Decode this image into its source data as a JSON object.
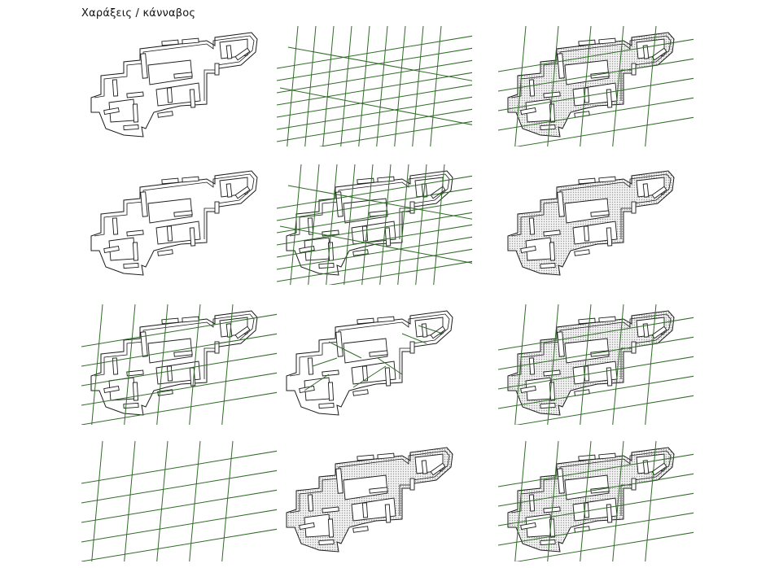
{
  "page": {
    "title": "Χαράξεις / κάνναβος"
  },
  "colors": {
    "outline": "#1a1a1a",
    "grid": "#2f6b26",
    "hatch": "#9a9a9a",
    "background": "#ffffff"
  },
  "panels": [
    {
      "id": "r1c1",
      "row": 1,
      "col": 1,
      "content": "plan-outline"
    },
    {
      "id": "r1c2",
      "row": 1,
      "col": 2,
      "content": "grid"
    },
    {
      "id": "r1c3",
      "row": 1,
      "col": 3,
      "content": "plan-hatched-with-grid"
    },
    {
      "id": "r2c1",
      "row": 2,
      "col": 1,
      "content": "plan-outline"
    },
    {
      "id": "r2c2",
      "row": 2,
      "col": 2,
      "content": "plan-with-grid"
    },
    {
      "id": "r2c3",
      "row": 2,
      "col": 3,
      "content": "plan-hatched"
    },
    {
      "id": "r3c1",
      "row": 3,
      "col": 1,
      "content": "plan-with-grid"
    },
    {
      "id": "r3c2",
      "row": 3,
      "col": 2,
      "content": "plan-with-trace-lines"
    },
    {
      "id": "r3c3",
      "row": 3,
      "col": 3,
      "content": "plan-hatched-with-grid"
    },
    {
      "id": "r4c1",
      "row": 4,
      "col": 1,
      "content": "grid"
    },
    {
      "id": "r4c2",
      "row": 4,
      "col": 2,
      "content": "plan-hatched"
    },
    {
      "id": "r4c3",
      "row": 4,
      "col": 3,
      "content": "plan-hatched-with-grid"
    }
  ]
}
